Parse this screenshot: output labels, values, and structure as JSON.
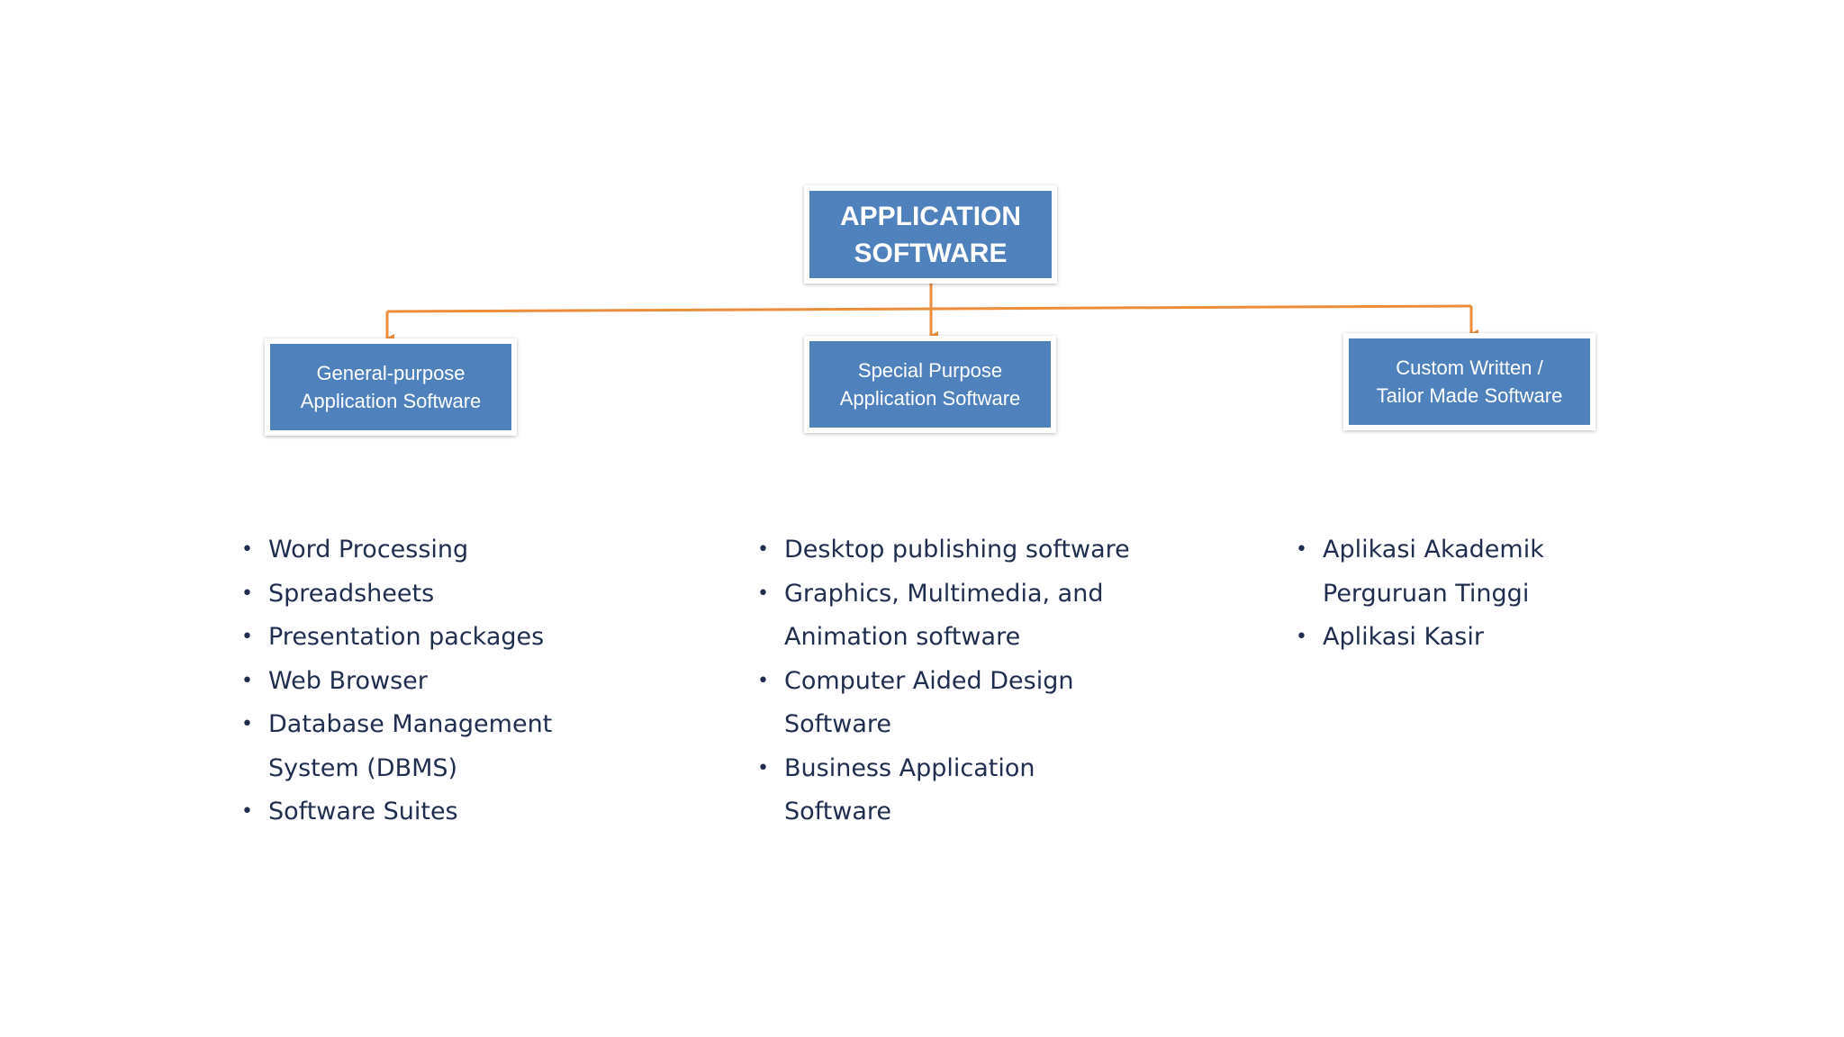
{
  "diagram": {
    "root": {
      "label": "APPLICATION\nSOFTWARE"
    },
    "branches": [
      {
        "label": "General-purpose\nApplication Software",
        "items": [
          "Word Processing",
          "Spreadsheets",
          "Presentation packages",
          "Web Browser",
          "Database Management System (DBMS)",
          "Software Suites"
        ]
      },
      {
        "label": "Special Purpose\nApplication Software",
        "items": [
          "Desktop publishing software",
          "Graphics, Multimedia, and Animation software",
          "Computer Aided Design Software",
          "Business Application Software"
        ]
      },
      {
        "label": "Custom Written /\nTailor Made Software",
        "items": [
          "Aplikasi Akademik Perguruan Tinggi",
          "Aplikasi Kasir"
        ]
      }
    ]
  },
  "colors": {
    "box_fill": "#4f81bd",
    "connector": "#ed8c3b",
    "text": "#1f2d4e"
  }
}
